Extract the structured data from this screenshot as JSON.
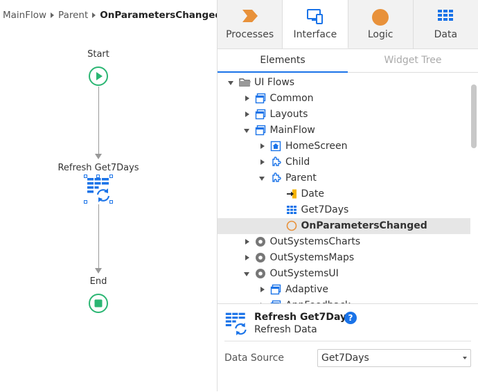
{
  "breadcrumb": {
    "items": [
      "MainFlow",
      "Parent"
    ],
    "current": "OnParametersChanged"
  },
  "flow": {
    "start_label": "Start",
    "node_label": "Refresh Get7Days",
    "end_label": "End"
  },
  "tabs": [
    {
      "label": "Processes",
      "icon": "processes-icon",
      "active": false
    },
    {
      "label": "Interface",
      "icon": "interface-icon",
      "active": true
    },
    {
      "label": "Logic",
      "icon": "logic-icon",
      "active": false
    },
    {
      "label": "Data",
      "icon": "data-icon",
      "active": false
    }
  ],
  "subtabs": [
    {
      "label": "Elements",
      "active": true
    },
    {
      "label": "Widget Tree",
      "active": false
    }
  ],
  "tree": [
    {
      "label": "UI Flows",
      "level": 0,
      "caret": "down",
      "icon": "folder-icon"
    },
    {
      "label": "Common",
      "level": 1,
      "caret": "right",
      "icon": "flow-icon"
    },
    {
      "label": "Layouts",
      "level": 1,
      "caret": "right",
      "icon": "flow-icon"
    },
    {
      "label": "MainFlow",
      "level": 1,
      "caret": "down",
      "icon": "flow-icon"
    },
    {
      "label": "HomeScreen",
      "level": 2,
      "caret": "right",
      "icon": "home-screen-icon"
    },
    {
      "label": "Child",
      "level": 2,
      "caret": "right",
      "icon": "block-icon"
    },
    {
      "label": "Parent",
      "level": 2,
      "caret": "down",
      "icon": "block-icon"
    },
    {
      "label": "Date",
      "level": 3,
      "caret": "",
      "icon": "input-parameter-icon"
    },
    {
      "label": "Get7Days",
      "level": 3,
      "caret": "",
      "icon": "aggregate-icon"
    },
    {
      "label": "OnParametersChanged",
      "level": 3,
      "caret": "",
      "icon": "action-circle-icon",
      "selected": true
    },
    {
      "label": "OutSystemsCharts",
      "level": 1,
      "caret": "right",
      "icon": "module-icon"
    },
    {
      "label": "OutSystemsMaps",
      "level": 1,
      "caret": "right",
      "icon": "module-icon"
    },
    {
      "label": "OutSystemsUI",
      "level": 1,
      "caret": "down",
      "icon": "module-icon"
    },
    {
      "label": "Adaptive",
      "level": 2,
      "caret": "right",
      "icon": "flow-icon"
    },
    {
      "label": "AppFeedback",
      "level": 2,
      "caret": "right",
      "icon": "flow-icon"
    }
  ],
  "properties": {
    "title": "Refresh Get7Days",
    "subtitle": "Refresh Data",
    "help": "?",
    "data_source_label": "Data Source",
    "data_source_value": "Get7Days"
  },
  "colors": {
    "accent": "#1a73e8",
    "flow_green": "#2bb673",
    "orange": "#e8913a",
    "yellow": "#f5b400"
  }
}
